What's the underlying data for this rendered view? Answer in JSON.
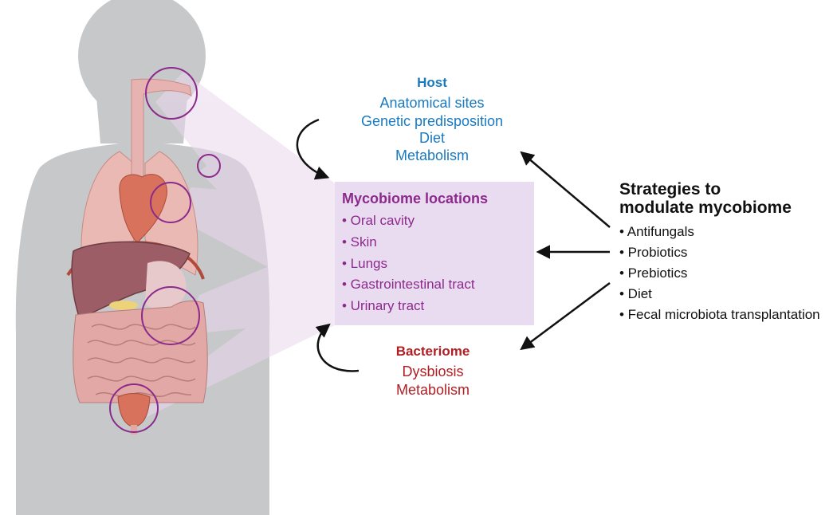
{
  "colors": {
    "host": "#1a7abf",
    "mycobiome": "#8b2a8c",
    "bacteriome": "#b01e24",
    "strategies": "#111111",
    "silhouette": "#c7c8ca",
    "box": "#eadcf0",
    "circle": "#8b2a8c"
  },
  "icons": [
    "human-silhouette",
    "esophagus-icon",
    "lungs-icon",
    "heart-icon",
    "liver-icon",
    "intestines-icon",
    "bladder-icon"
  ],
  "host": {
    "title": "Host",
    "items": [
      "Anatomical sites",
      "Genetic predisposition",
      "Diet",
      "Metabolism"
    ]
  },
  "mycobiome": {
    "title": "Mycobiome locations",
    "items": [
      "• Oral cavity",
      "• Skin",
      "• Lungs",
      "• Gastrointestinal tract",
      "• Urinary tract"
    ]
  },
  "bacteriome": {
    "title": "Bacteriome",
    "items": [
      "Dysbiosis",
      "Metabolism"
    ]
  },
  "strategies": {
    "title_line1": "Strategies to",
    "title_line2": "modulate mycobiome",
    "items": [
      "• Antifungals",
      "• Probiotics",
      "• Prebiotics",
      "• Diet",
      "• Fecal microbiota transplantation"
    ]
  }
}
